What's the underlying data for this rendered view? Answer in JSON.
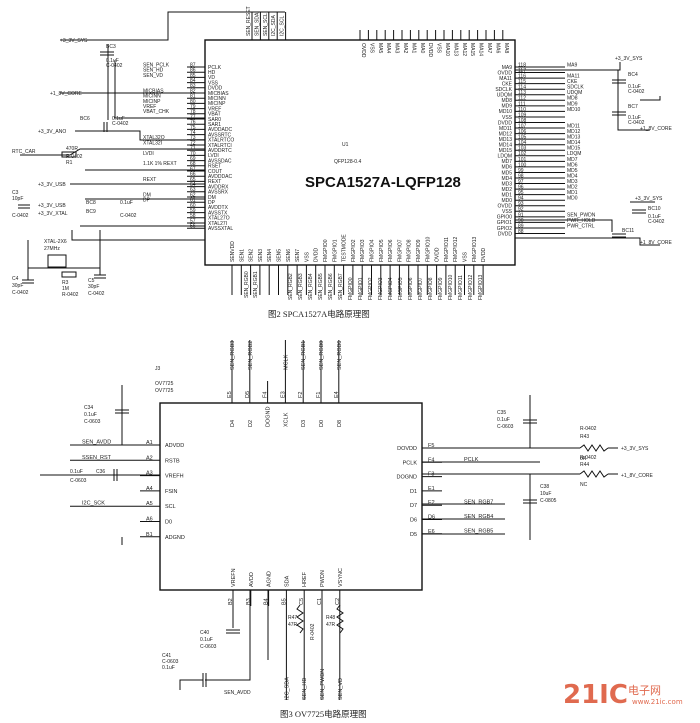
{
  "fig2": {
    "caption": "图2  SPCA1527A电路原理图",
    "chip_name": "SPCA1527A-LQFP128",
    "ref": "U1",
    "package": "QFP128-0.4",
    "left_pins": [
      {
        "num": "87",
        "name": "PCLK",
        "net": "SEN_PCLK"
      },
      {
        "num": "86",
        "name": "HD",
        "net": "SEN_HD"
      },
      {
        "num": "85",
        "name": "VD",
        "net": "SEN_VD"
      },
      {
        "num": "84",
        "name": "VSS",
        "net": ""
      },
      {
        "num": "83",
        "name": "DVDD",
        "net": ""
      },
      {
        "num": "82",
        "name": "MICBIAS",
        "net": "MICBIAS"
      },
      {
        "num": "81",
        "name": "MICINN",
        "net": "MICINN"
      },
      {
        "num": "80",
        "name": "MICINP",
        "net": "MICINP"
      },
      {
        "num": "79",
        "name": "VREF",
        "net": "VREF"
      },
      {
        "num": "78",
        "name": "VBAT",
        "net": "VBAT_CHK"
      },
      {
        "num": "77",
        "name": "SAR0",
        "net": ""
      },
      {
        "num": "76",
        "name": "SAR1",
        "net": ""
      },
      {
        "num": "75",
        "name": "AVDDADC",
        "net": ""
      },
      {
        "num": "74",
        "name": "AVSSRTC",
        "net": ""
      },
      {
        "num": "73",
        "name": "XTALRTCO",
        "net": "XTAL32O"
      },
      {
        "num": "72",
        "name": "XTALRTCI",
        "net": "XTAL32I"
      },
      {
        "num": "71",
        "name": "AVDDRTC",
        "net": ""
      },
      {
        "num": "70",
        "name": "LVDI",
        "net": "LVDI"
      },
      {
        "num": "69",
        "name": "AVSSDAC",
        "net": ""
      },
      {
        "num": "68",
        "name": "RSET",
        "net": "1.1K 1% REXT"
      },
      {
        "num": "67",
        "name": "COUT",
        "net": ""
      },
      {
        "num": "66",
        "name": "AVDDDAC",
        "net": ""
      },
      {
        "num": "65",
        "name": "REXT",
        "net": "REXT"
      },
      {
        "num": "64",
        "name": "AVDDRX",
        "net": ""
      },
      {
        "num": "63",
        "name": "AVSSRX",
        "net": ""
      },
      {
        "num": "62",
        "name": "DM",
        "net": "DM"
      },
      {
        "num": "61",
        "name": "DP",
        "net": "DP"
      },
      {
        "num": "60",
        "name": "AVDDTX",
        "net": ""
      },
      {
        "num": "59",
        "name": "AVSSTX",
        "net": ""
      },
      {
        "num": "58",
        "name": "XTAL27O",
        "net": ""
      },
      {
        "num": "57",
        "name": "XTAL27I",
        "net": ""
      },
      {
        "num": "56",
        "name": "AVSSXTAL",
        "net": ""
      }
    ],
    "right_pins": [
      {
        "num": "118",
        "name": "MA9",
        "net": "MA9"
      },
      {
        "num": "117",
        "name": "OVDD",
        "net": ""
      },
      {
        "num": "116",
        "name": "MA11",
        "net": "MA11"
      },
      {
        "num": "115",
        "name": "CKE",
        "net": "CKE"
      },
      {
        "num": "114",
        "name": "SDCLK",
        "net": "SDCLK"
      },
      {
        "num": "113",
        "name": "UDQM",
        "net": "UDQM"
      },
      {
        "num": "112",
        "name": "MD8",
        "net": "MD8"
      },
      {
        "num": "111",
        "name": "MD9",
        "net": "MD9"
      },
      {
        "num": "110",
        "name": "MD10",
        "net": "MD10"
      },
      {
        "num": "109",
        "name": "VSS",
        "net": ""
      },
      {
        "num": "108",
        "name": "DVDD",
        "net": ""
      },
      {
        "num": "107",
        "name": "MD11",
        "net": "MD11"
      },
      {
        "num": "106",
        "name": "MD12",
        "net": "MD12"
      },
      {
        "num": "105",
        "name": "MD13",
        "net": "MD13"
      },
      {
        "num": "104",
        "name": "MD14",
        "net": "MD14"
      },
      {
        "num": "103",
        "name": "MD15",
        "net": "MD15"
      },
      {
        "num": "102",
        "name": "LDQM",
        "net": "LDQM"
      },
      {
        "num": "101",
        "name": "MD7",
        "net": "MD7"
      },
      {
        "num": "100",
        "name": "MD6",
        "net": "MD6"
      },
      {
        "num": "99",
        "name": "MD5",
        "net": "MD5"
      },
      {
        "num": "98",
        "name": "MD4",
        "net": "MD4"
      },
      {
        "num": "97",
        "name": "MD3",
        "net": "MD3"
      },
      {
        "num": "96",
        "name": "MD2",
        "net": "MD2"
      },
      {
        "num": "95",
        "name": "MD1",
        "net": "MD1"
      },
      {
        "num": "94",
        "name": "MD0",
        "net": "MD0"
      },
      {
        "num": "93",
        "name": "OVDD",
        "net": ""
      },
      {
        "num": "92",
        "name": "VSS",
        "net": ""
      },
      {
        "num": "91",
        "name": "GPIO0",
        "net": "SEN_PWDN"
      },
      {
        "num": "90",
        "name": "GPIO1",
        "net": "PWR_HOLD"
      },
      {
        "num": "89",
        "name": "GPIO2",
        "net": "PWR_CTRL"
      },
      {
        "num": "88",
        "name": "DVDD",
        "net": ""
      }
    ],
    "top_pins": [
      "OVDD",
      "VSS",
      "MA5",
      "MA4",
      "MA3",
      "MA2",
      "MA1",
      "MA0",
      "DVDD",
      "VSS",
      "MA10",
      "MA13",
      "MA12",
      "MA15",
      "MA14",
      "MA7",
      "MA6",
      "MA8"
    ],
    "top_left_labels": [
      "SEN_RESET",
      "SEN_SDA",
      "SEN_SCL",
      "I2C_SDA",
      "I2C_SCL"
    ],
    "bottom_pins": [
      "SENVDD",
      "SEN1",
      "SEN2",
      "SEN3",
      "SEN4",
      "SEN5",
      "SEN6",
      "SEN7",
      "VSS",
      "DVDD",
      "FMGPIO0",
      "FMGPIO1",
      "TESTMODE",
      "FMGPIO2",
      "FMGPIO3",
      "FMGPIO4",
      "FMGPIO5",
      "FMGPIO6",
      "FMGPIO7",
      "FMGPIO8",
      "FMGPIO9",
      "FMGPIO10",
      "OVDD",
      "FMGPIO11",
      "FMGPIO12",
      "VSS",
      "FMGPIO13",
      "DVDD"
    ],
    "bottom_left_labels": [
      "SEN_RGB0",
      "SEN_RGB1"
    ],
    "bottom_nets": [
      "SEN_RGB2",
      "SEN_RGB3",
      "SEN_RGB4",
      "SEN_RGB5",
      "SEN_RGB6",
      "SEN_RGB7",
      "FMGPIO0",
      "FMGPIO1",
      "FMGPIO2",
      "FMGPIO3",
      "FMGPIO4",
      "FMGPIO5",
      "FMGPIO6",
      "FMGPIO7",
      "FMGPIO8",
      "FMGPIO9",
      "FMGPIO10",
      "FMGPIO11",
      "FMGPIO12",
      "FMGPIO13"
    ],
    "left_parts": {
      "sys": "+3_3V_SYS",
      "bc3": "BC3",
      "bc3_v": "0.1uF",
      "bc3_p": "C-0402",
      "core": "+1_8V_CORE",
      "bc6": "BC6",
      "bc6_v": "0.1uF",
      "bc6_p": "C-0402",
      "ano": "+3_3V_ANO",
      "rtc_car": "RTC_CAR",
      "r1_v": "470R",
      "r1": "R1",
      "r1_p": "R-0402",
      "usb": "+3_3V_USB",
      "usb2": "+3_3V_USB",
      "xtal": "+3_3V_XTAL",
      "c3": "C3",
      "c3_v": "10pF",
      "c3_p": "C-0402",
      "bc8": "BC8",
      "bc9": "BC9",
      "bc_v": "0.1uF",
      "bc_p": "C-0402",
      "xtal_name": "XTAL-2X6",
      "xtal_freq": "27MHz",
      "c4": "C4",
      "c4_v": "30pF",
      "c4_p": "C-0402",
      "c5": "C5",
      "c5_v": "30pF",
      "c5_p": "C-0402",
      "r3": "R3",
      "r3_v": "1M",
      "r3_p": "R-0402"
    },
    "right_parts": {
      "sys1": "+3_3V_SYS",
      "bc4": "BC4",
      "bc4_v": "0.1uF",
      "bc4_p": "C-0402",
      "bc7": "BC7",
      "bc7_v": "0.1uF",
      "bc7_p": "C-0402",
      "core1": "+1_8V_CORE",
      "sys2": "+3_3V_SYS",
      "bc10": "BC10",
      "bc11": "BC11",
      "bc_v": "0.1uF",
      "bc_p": "C-0402",
      "core2": "+1_8V_CORE"
    }
  },
  "fig3": {
    "caption": "图3  OV7725电路原理图",
    "ref": "J3",
    "part1": "OV7725",
    "part2": "OV7725",
    "left_pins": [
      {
        "num": "A1",
        "name": "ADVDD",
        "net": "SEN_AVDD"
      },
      {
        "num": "A2",
        "name": "RSTB",
        "net": "SSEN_RST"
      },
      {
        "num": "A3",
        "name": "VREFH",
        "net": ""
      },
      {
        "num": "A4",
        "name": "FSIN",
        "net": ""
      },
      {
        "num": "A5",
        "name": "SCL",
        "net": "I2C_SCK"
      },
      {
        "num": "A6",
        "name": "D0",
        "net": ""
      },
      {
        "num": "B1",
        "name": "ADGND",
        "net": ""
      }
    ],
    "right_pins": [
      {
        "num": "F5",
        "name": "DOVDD",
        "net": ""
      },
      {
        "num": "F4",
        "name": "PCLK",
        "net": "PCLK"
      },
      {
        "num": "F3",
        "name": "DOGND",
        "net": ""
      },
      {
        "num": "E1",
        "name": "D1",
        "net": ""
      },
      {
        "num": "E2",
        "name": "D7",
        "net": "SEN_RGB7"
      },
      {
        "num": "D6",
        "name": "D6",
        "net": "SEN_RGB4"
      },
      {
        "num": "E6",
        "name": "D5",
        "net": "SEN_RGB5"
      }
    ],
    "top_pins": [
      {
        "num": "E5",
        "name": "D4"
      },
      {
        "num": "D5",
        "name": "D2"
      },
      {
        "num": "F4",
        "name": "DOGND"
      },
      {
        "num": "E3",
        "name": "XCLK"
      },
      {
        "num": "F2",
        "name": "D3"
      },
      {
        "num": "F1",
        "name": "D0"
      },
      {
        "num": "E4",
        "name": "D8"
      }
    ],
    "top_nets": [
      "SEN_RGB3",
      "SEN_RGB2",
      "",
      "MCLK",
      "SEN_RGB1",
      "SEN_RGB0",
      "SEN_RGB6"
    ],
    "bottom_pins": [
      {
        "num": "B2",
        "name": "VREFN"
      },
      {
        "num": "B3",
        "name": "AVDD"
      },
      {
        "num": "B4",
        "name": "AGND"
      },
      {
        "num": "B5",
        "name": "SDA"
      },
      {
        "num": "C5",
        "name": "HREF"
      },
      {
        "num": "C1",
        "name": "PWDN"
      },
      {
        "num": "C2",
        "name": "VSYNC"
      }
    ],
    "bottom_nets": [
      "",
      "",
      "",
      "I2C_SDA",
      "SEN_HD",
      "SEN_PWDN",
      "SEN_VD"
    ],
    "parts": {
      "c34": "C34",
      "c34_v": "0.1uF",
      "c34_p": "C-0603",
      "c36": "C36",
      "c36_v": "0.1uF",
      "c36_p": "C-0603",
      "c35": "C35",
      "c35_v": "0.1uF",
      "c35_p": "C-0603",
      "r43": "R43",
      "r43_p": "R-0402",
      "r43_v": "0R",
      "sys": "+3_3V_SYS",
      "r44": "R44",
      "r44_p": "R-0402",
      "r44_v": "NC",
      "core": "+1_8V_CORE",
      "c38": "C38",
      "c38_v": "10uF",
      "c38_p": "C-0805",
      "c40": "C40",
      "c40_v": "0.1uF",
      "c40_p": "C-0603",
      "c41": "C41",
      "c41_p": "C-0603",
      "c41_v": "0.1uF",
      "r47": "R47",
      "r47_v": "47R",
      "r48": "R48",
      "r48_v": "47R",
      "r_p": "R-0402",
      "sen_avdd": "SEN_AVDD"
    }
  },
  "watermark": {
    "logo": "21IC",
    "site": "电子网",
    "url": "www.21ic.com"
  }
}
